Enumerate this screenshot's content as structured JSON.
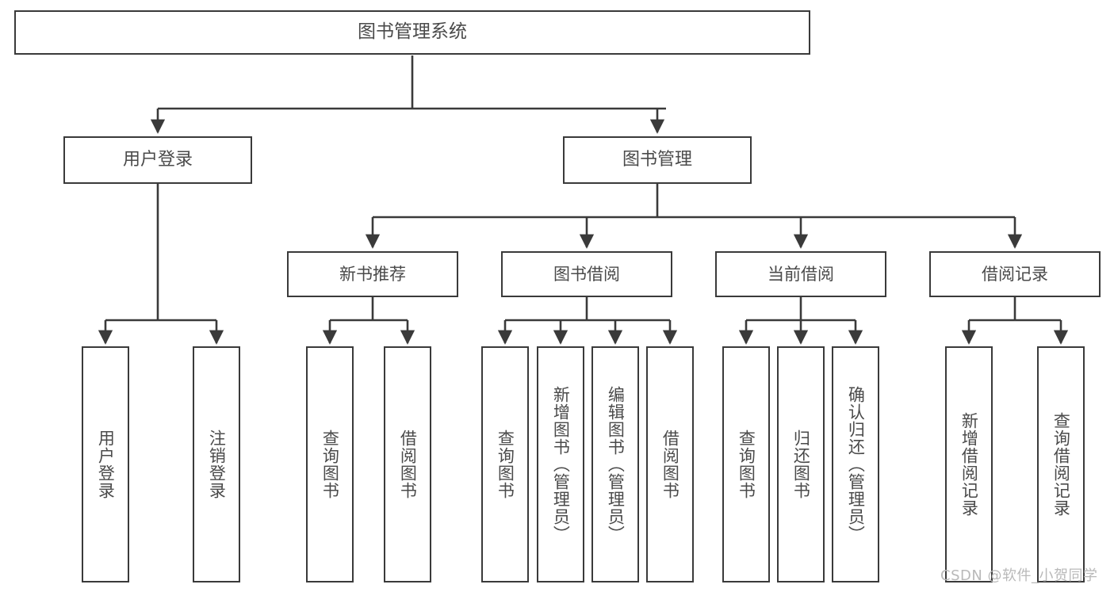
{
  "diagram": {
    "type": "tree-hierarchy-chart",
    "title": "图书管理系统",
    "root": {
      "id": "root",
      "label": "图书管理系统"
    },
    "level1": [
      {
        "id": "user-login",
        "label": "用户登录"
      },
      {
        "id": "book-management",
        "label": "图书管理"
      }
    ],
    "level2": [
      {
        "id": "new-book-recommend",
        "label": "新书推荐",
        "parent": "book-management"
      },
      {
        "id": "book-borrow",
        "label": "图书借阅",
        "parent": "book-management"
      },
      {
        "id": "current-borrow",
        "label": "当前借阅",
        "parent": "book-management"
      },
      {
        "id": "borrow-record",
        "label": "借阅记录",
        "parent": "book-management"
      }
    ],
    "leaves": {
      "user-login": [
        {
          "id": "leaf-user-login",
          "label": "用户登录"
        },
        {
          "id": "leaf-user-logout",
          "label": "注销登录"
        }
      ],
      "new-book-recommend": [
        {
          "id": "leaf-query-book-1",
          "label": "查询图书"
        },
        {
          "id": "leaf-borrow-book-1",
          "label": "借阅图书"
        }
      ],
      "book-borrow": [
        {
          "id": "leaf-query-book-2",
          "label": "查询图书"
        },
        {
          "id": "leaf-add-book",
          "label": "新增图书（管理员）"
        },
        {
          "id": "leaf-edit-book",
          "label": "编辑图书（管理员）"
        },
        {
          "id": "leaf-borrow-book-2",
          "label": "借阅图书"
        }
      ],
      "current-borrow": [
        {
          "id": "leaf-query-book-3",
          "label": "查询图书"
        },
        {
          "id": "leaf-return-book",
          "label": "归还图书"
        },
        {
          "id": "leaf-confirm-return",
          "label": "确认归还（管理员）"
        }
      ],
      "borrow-record": [
        {
          "id": "leaf-add-record",
          "label": "新增借阅记录"
        },
        {
          "id": "leaf-query-record",
          "label": "查询借阅记录"
        }
      ]
    }
  },
  "watermark": {
    "text": "CSDN @软件_小贺同学"
  },
  "colors": {
    "border": "#3a3a3a",
    "text": "#4a4a4a",
    "background": "#ffffff",
    "watermark": "#b9b9b9"
  }
}
